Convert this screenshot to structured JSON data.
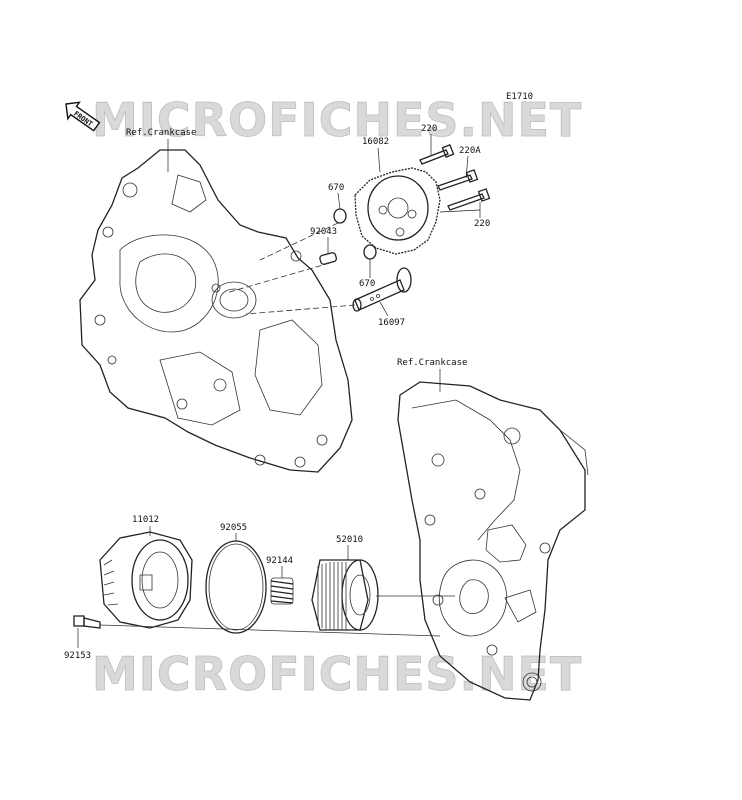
{
  "diagram": {
    "figure_code": "E1710",
    "front_badge": "FRONT",
    "watermark": "MICROFICHES.NET",
    "refs": {
      "crankcase_left": "Ref.Crankcase",
      "crankcase_right": "Ref.Crankcase"
    },
    "parts": {
      "p220_top": "220",
      "p220a": "220A",
      "p220_bottom": "220",
      "p16082": "16082",
      "p670_top": "670",
      "p92043": "92043",
      "p670_bottom": "670",
      "p16097": "16097",
      "p11012": "11012",
      "p92055": "92055",
      "p92144": "92144",
      "p52010": "52010",
      "p92153": "92153"
    }
  }
}
